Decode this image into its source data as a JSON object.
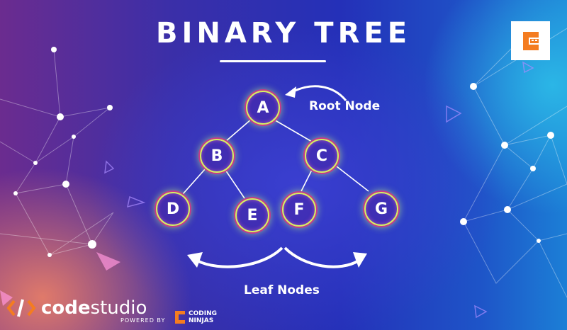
{
  "title": "BINARY TREE",
  "nodes": {
    "A": "A",
    "B": "B",
    "C": "C",
    "D": "D",
    "E": "E",
    "F": "F",
    "G": "G"
  },
  "edges": [
    [
      "A",
      "B"
    ],
    [
      "A",
      "C"
    ],
    [
      "B",
      "D"
    ],
    [
      "B",
      "E"
    ],
    [
      "C",
      "F"
    ],
    [
      "C",
      "G"
    ]
  ],
  "labels": {
    "root": "Root Node",
    "leaf": "Leaf Nodes"
  },
  "brand": {
    "name_bold": "code",
    "name_light": "studio",
    "powered_by": "POWERED BY",
    "partner_line1": "CODING",
    "partner_line2": "NINJAS",
    "accent": "#f47c20"
  },
  "colors": {
    "node_ring": "#d8f060",
    "node_glow": "#c43a8a",
    "text": "#ffffff"
  },
  "icons": [
    "coding-ninjas-logo-icon",
    "codestudio-logo-icon",
    "curved-arrow-icon"
  ]
}
